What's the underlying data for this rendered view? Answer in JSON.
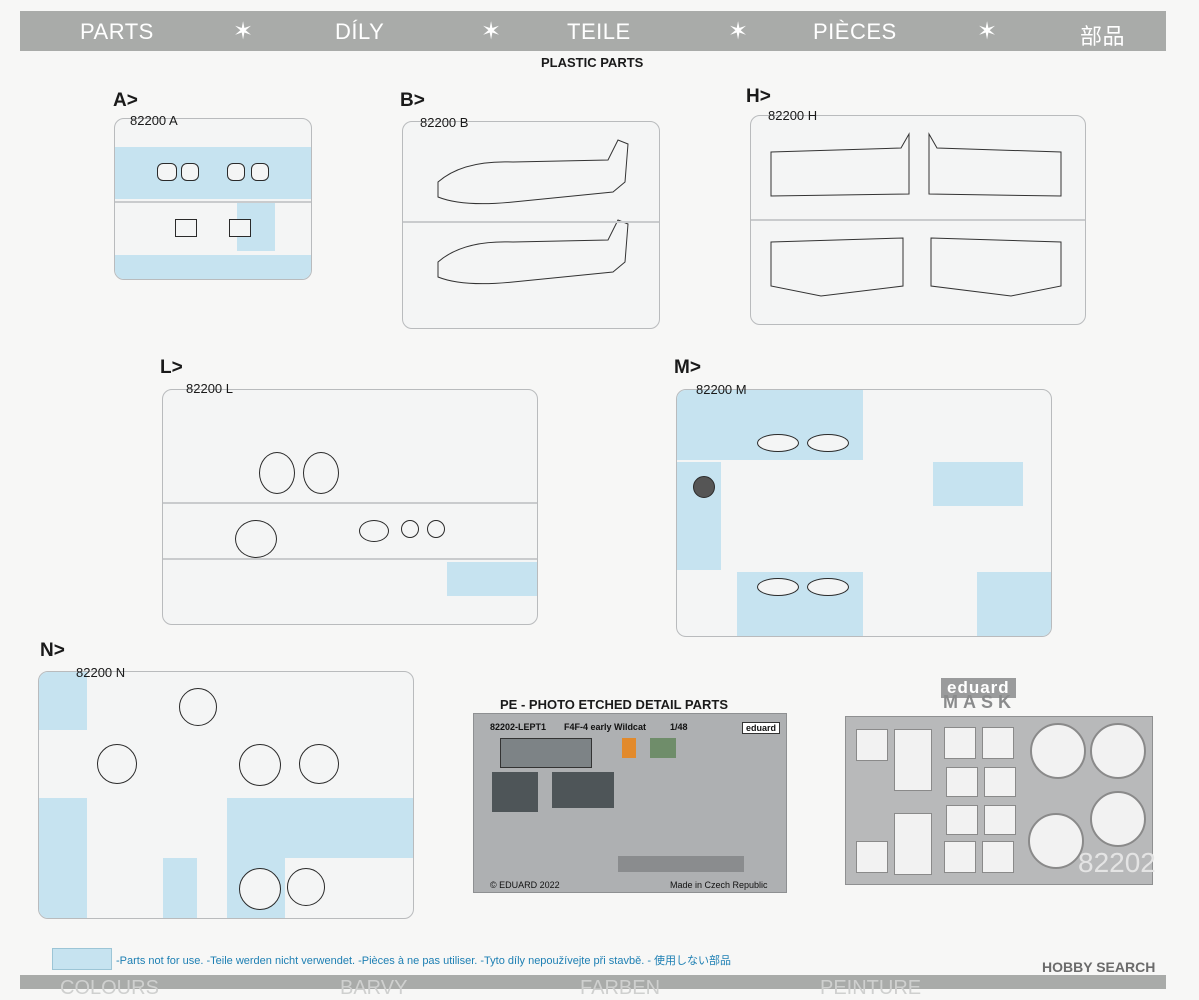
{
  "header": {
    "items": [
      "PARTS",
      "DÍLY",
      "TEILE",
      "PIÈCES",
      "部品"
    ],
    "separator": "✶"
  },
  "plastic_title": "PLASTIC PARTS",
  "sprues": {
    "A": {
      "label": "A>",
      "code": "82200 A"
    },
    "B": {
      "label": "B>",
      "code": "82200 B"
    },
    "H": {
      "label": "H>",
      "code": "82200 H"
    },
    "L": {
      "label": "L>",
      "code": "82200 L"
    },
    "M": {
      "label": "M>",
      "code": "82200 M"
    },
    "N": {
      "label": "N>",
      "code": "82200 N"
    }
  },
  "pe": {
    "title": "PE - PHOTO ETCHED DETAIL PARTS",
    "fret_id": "82202-LEPT1",
    "fret_name": "F4F-4 early Wildcat",
    "scale": "1/48",
    "brand": "eduard",
    "copyright": "© EDUARD 2022",
    "made_in": "Made in Czech Republic"
  },
  "mask": {
    "brand": "eduard",
    "title": "MASK",
    "code": "82202"
  },
  "legend": {
    "text": "-Parts not for use. -Teile werden nicht verwendet. -Pièces à ne pas utiliser. -Tyto díly nepoužívejte při stavbě. -   使用しない部品"
  },
  "footer": {
    "items": [
      "COLOURS",
      "BARVY",
      "FARBEN",
      "PEINTURE"
    ]
  },
  "watermark": "HOBBY SEARCH",
  "colors": {
    "unused_parts": "#c6e3f0",
    "header_band": "#a9aba9",
    "legend_text": "#1d7fb3"
  }
}
